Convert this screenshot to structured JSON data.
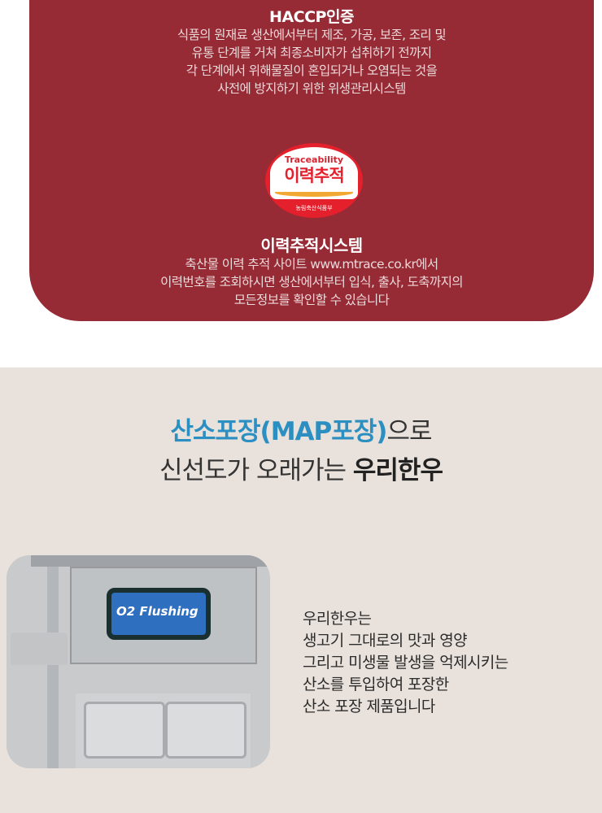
{
  "haccp": {
    "title": "HACCP인증",
    "lines": [
      "식품의 원재료 생산에서부터 제조, 가공, 보존, 조리 및",
      "유통 단계를 거쳐 최종소비자가 섭취하기 전까지",
      "각 단계에서 위해물질이 혼입되거나 오염되는 것을",
      "사전에 방지하기 위한 위생관리시스템"
    ]
  },
  "trace_logo": {
    "en": "Traceability",
    "kr": "이력추적",
    "ministry": "농림축산식품부"
  },
  "trace": {
    "title": "이력추적시스템",
    "lines": [
      "축산물 이력 추적 사이트 www.mtrace.co.kr에서",
      "이력번호를 조회하시면 생산에서부터 입식, 출사, 도축까지의",
      "모든정보를 확인할 수 있습니다"
    ]
  },
  "headline": {
    "line1_highlight": "산소포장(MAP포장)",
    "line1_rest": "으로",
    "line2_pre": "신선도가 오래가는 ",
    "line2_bold": "우리한우"
  },
  "photo": {
    "label": "O2 Flushing"
  },
  "description": [
    "우리한우는",
    "생고기 그대로의 맛과 영양",
    "그리고 미생물 발생을 억제시키는",
    "산소를 투입하여 포장한",
    "산소 포장 제품입니다"
  ],
  "colors": {
    "panel": "#962a35",
    "accent": "#2b8fc2",
    "beige": "#e9e2dc"
  }
}
